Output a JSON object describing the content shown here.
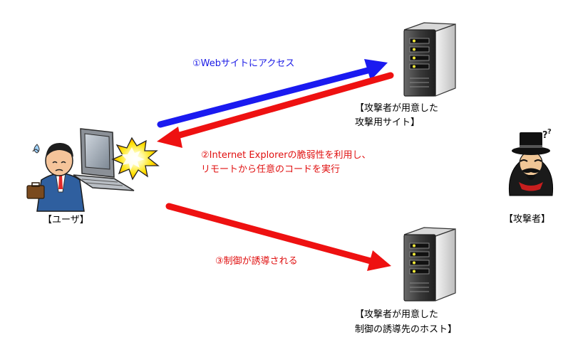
{
  "steps": {
    "step1": "①Webサイトにアクセス",
    "step2_line1": "②Internet Explorerの脆弱性を利用し、",
    "step2_line2": "リモートから任意のコードを実行",
    "step3": "③制御が誘導される"
  },
  "labels": {
    "user": "【ユーザ】",
    "attacker": "【攻撃者】",
    "attack_site_line1": "【攻撃者が用意した",
    "attack_site_line2": "攻撃用サイト】",
    "control_host_line1": "【攻撃者が用意した",
    "control_host_line2": "制御の誘導先のホスト】"
  },
  "colors": {
    "blue_arrow": "#1a1af0",
    "red_arrow": "#ee1111",
    "blue_text": "#1a1ae6",
    "red_text": "#e01010"
  },
  "icons": [
    "user-with-laptop-icon",
    "explosion-icon",
    "server-icon",
    "attacker-icon"
  ]
}
